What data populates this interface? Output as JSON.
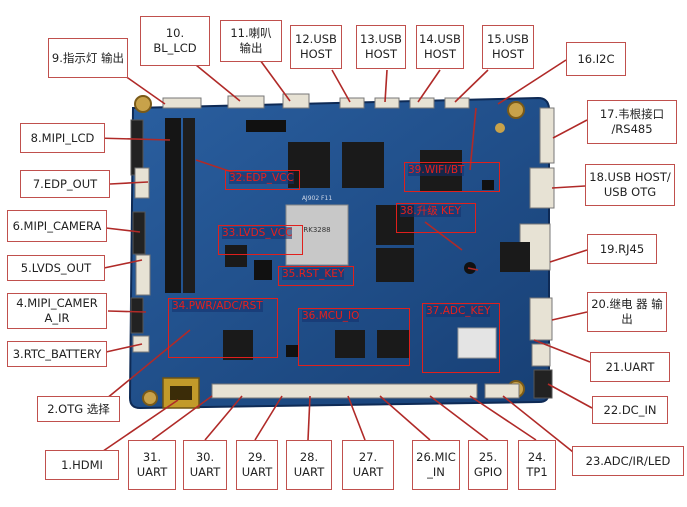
{
  "labels": {
    "l1": "1.HDMI",
    "l2": "2.OTG 选择",
    "l3": "3.RTC_BATTERY",
    "l4": "4.MIPI_CAMER A_IR",
    "l5": "5.LVDS_OUT",
    "l6": "6.MIPI_CAMERA",
    "l7": "7.EDP_OUT",
    "l8": "8.MIPI_LCD",
    "l9": "9.指示灯 输出",
    "l10": "10. BL_LCD",
    "l11": "11.喇叭 输出",
    "l12": "12.USB HOST",
    "l13": "13.USB HOST",
    "l14": "14.USB HOST",
    "l15": "15.USB HOST",
    "l16": "16.I2C",
    "l17": "17.韦根接口 /RS485",
    "l18": "18.USB HOST/ USB OTG",
    "l19": "19.RJ45",
    "l20": "20.继电 器 输出",
    "l21": "21.UART",
    "l22": "22.DC_IN",
    "l23": "23.ADC/IR/LED",
    "l24": "24. TP1",
    "l25": "25. GPIO",
    "l26": "26.MIC _IN",
    "l27": "27. UART",
    "l28": "28. UART",
    "l29": "29. UART",
    "l30": "30. UART",
    "l31": "31. UART",
    "l32": "32.EDP_VCC",
    "l33": "33.LVDS_VCC",
    "l34": "34.PWR/ADC/RST",
    "l35": "35.RST_KEY",
    "l36": "36.MCU_IO",
    "l37": "37.ADC_KEY",
    "l38": "38.升级 KEY",
    "l39": "39.WIFI/BT"
  },
  "chip": {
    "soc_name": "RK3288",
    "soc_code": "AJ902 F11"
  },
  "colors": {
    "pcb": "#1d4f8c",
    "leader": "#b02a28",
    "box_border": "#c0504d",
    "inner_label": "#e8201c"
  }
}
